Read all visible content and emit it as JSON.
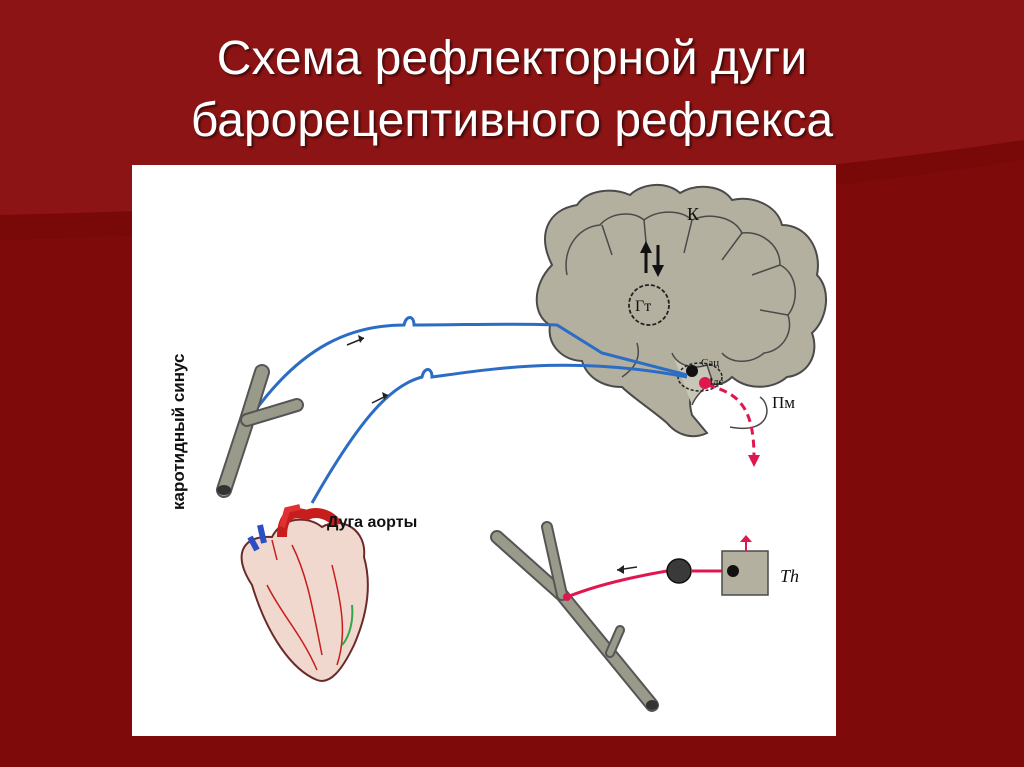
{
  "slide": {
    "title_line1": "Схема рефлекторной дуги",
    "title_line2": "барорецептивного рефлекса"
  },
  "diagram": {
    "labels": {
      "cortex": "К",
      "hypothalamus": "Гт",
      "sac": "Сац",
      "ids": "Идс",
      "spinal": "Пм",
      "carotid": "каротидный синус",
      "aortic_arch": "Дуга аорты",
      "thoracic": "Th"
    },
    "colors": {
      "background": "#7e0a0a",
      "panel": "#ffffff",
      "afferent": "#2b6cc4",
      "efferent": "#e0174f",
      "brain": "#b3b09f"
    }
  }
}
